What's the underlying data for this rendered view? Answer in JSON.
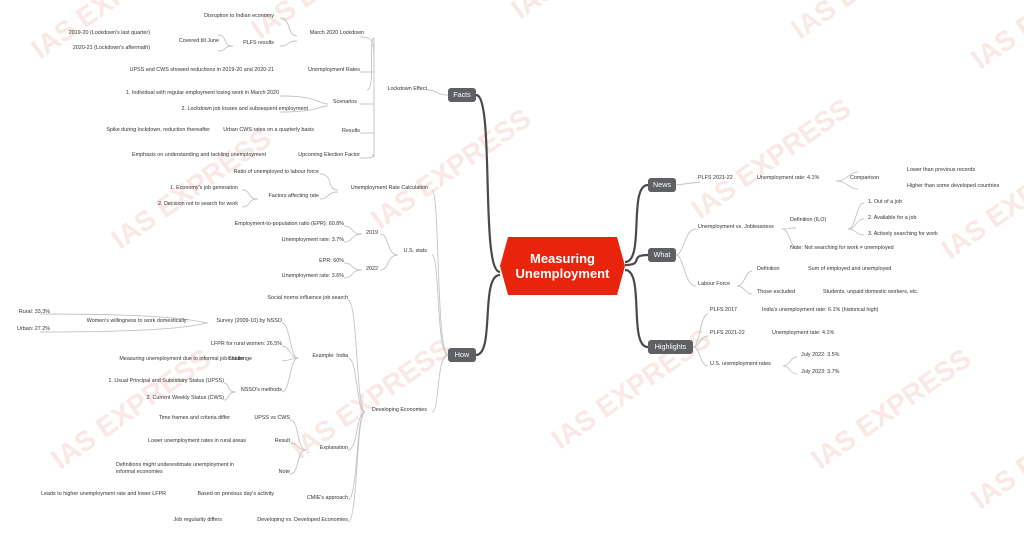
{
  "central": "Measuring Unemployment",
  "watermark": "IAS EXPRESS",
  "colors": {
    "central": "#e8240c",
    "branch": "#5f6063",
    "line": "#c7c7c7",
    "dark_line": "#4a4a4a",
    "watermark": "#f3cfc9"
  },
  "branches": {
    "facts": "Facts",
    "how": "How",
    "news": "News",
    "what": "What",
    "highlights": "Highlights"
  },
  "facts": {
    "lockdown_effect": "Lockdown Effect",
    "march_2020": "March 2020 Lockdown",
    "disruption": "Disruption to Indian economy",
    "plfs_results": "PLFS results",
    "covered_june": "Covered till June",
    "q_2019": "2019-20 (Lockdown's last quarter)",
    "q_2020": "2020-21 (Lockdown's aftermath)",
    "unemp_rates": "Unemployment Rates",
    "upss_cws": "UPSS and CWS showed reductions in 2019-20 and 2020-21",
    "scenarios": "Scenarios",
    "scenario1": "1. Individual with regular employment losing work in March 2020",
    "scenario2": "2. Lockdown job losses and subsequent employment",
    "results": "Results",
    "urban_cws": "Urban CWS rates on a quarterly basis",
    "spike": "Spike during lockdown, reduction thereafter",
    "upcoming": "Upcoming Election Factor",
    "emphasis": "Emphasis on understanding and tackling unemployment"
  },
  "how": {
    "calc": "Unemployment Rate Calculation",
    "ratio": "Ratio of unemployed to labour force",
    "factors": "Factors affecting rate",
    "factor1": "1. Economy's job generation",
    "factor2": "2. Decision not to search for work",
    "us_stats": "U.S. stats",
    "y2019": "2019",
    "epr2019": "Employment-to-population ratio (EPR): 60.8%",
    "ur2019": "Unemployment rate: 3.7%",
    "y2022": "2022",
    "epr2022": "EPR: 60%",
    "ur2022": "Unemployment rate: 3.6%",
    "developing": "Developing Economies",
    "social_norms": "Social norms influence job search",
    "example_india": "Example: India",
    "survey": "Survey (2009-10) by NSSO",
    "women_willing": "Women's willingness to work domestically:",
    "rural": "Rural: 33.3%",
    "urban": "Urban: 27.2%",
    "lfpr": "LFPR for rural women: 26.5%",
    "challenge": "Challenge",
    "measuring_informal": "Measuring unemployment due to informal job nature",
    "nsso_methods": "NSSO's methods",
    "method1": "1. Usual Principal and Subsidiary Status (UPSS)",
    "method2": "2. Current Weekly Status (CWS)",
    "explanation": "Explanation",
    "upss_vs_cws": "UPSS vs CWS",
    "time_frames": "Time frames and criteria differ",
    "result": "Result",
    "lower_rural": "Lower unemployment rates in rural areas",
    "note": "Note",
    "definitions_line1": "Definitions might underestimate unemployment in",
    "definitions_line2": "informal economies",
    "cmie": "CMIE's approach",
    "prev_day": "Based on previous day's activity",
    "leads_higher": "Leads to higher unemployment rate and lower LFPR",
    "dev_vs_developed": "Developing vs. Developed Economies",
    "job_regularity": "Job regularity differs"
  },
  "news": {
    "plfs": "PLFS 2021-22",
    "rate": "Unemployment rate: 4.1%",
    "comparison": "Comparison",
    "lower_prev": "Lower than previous records",
    "higher_dev": "Higher than some developed countries"
  },
  "what": {
    "unemp_vs_job": "Unemployment vs. Joblessness",
    "definition_ilo": "Definition (ILO)",
    "out_of_job": "1. Out of a job",
    "available": "2. Available for a job",
    "searching": "3. Actively searching for work",
    "note": "Note: Not searching for work ≠ unemployed",
    "labour_force": "Labour Force",
    "definition": "Definition",
    "sum": "Sum of employed and unemployed",
    "excluded": "Those excluded",
    "students": "Students, unpaid domestic workers, etc."
  },
  "highlights": {
    "plfs2017": "PLFS 2017",
    "india_rate": "India's unemployment rate: 6.1% (historical high)",
    "plfs2122": "PLFS 2021-22",
    "rate41": "Unemployment rate: 4.1%",
    "us_rates": "U.S. unemployment rates",
    "july2022": "July 2022: 3.5%",
    "july2023": "July 2023: 3.7%"
  }
}
